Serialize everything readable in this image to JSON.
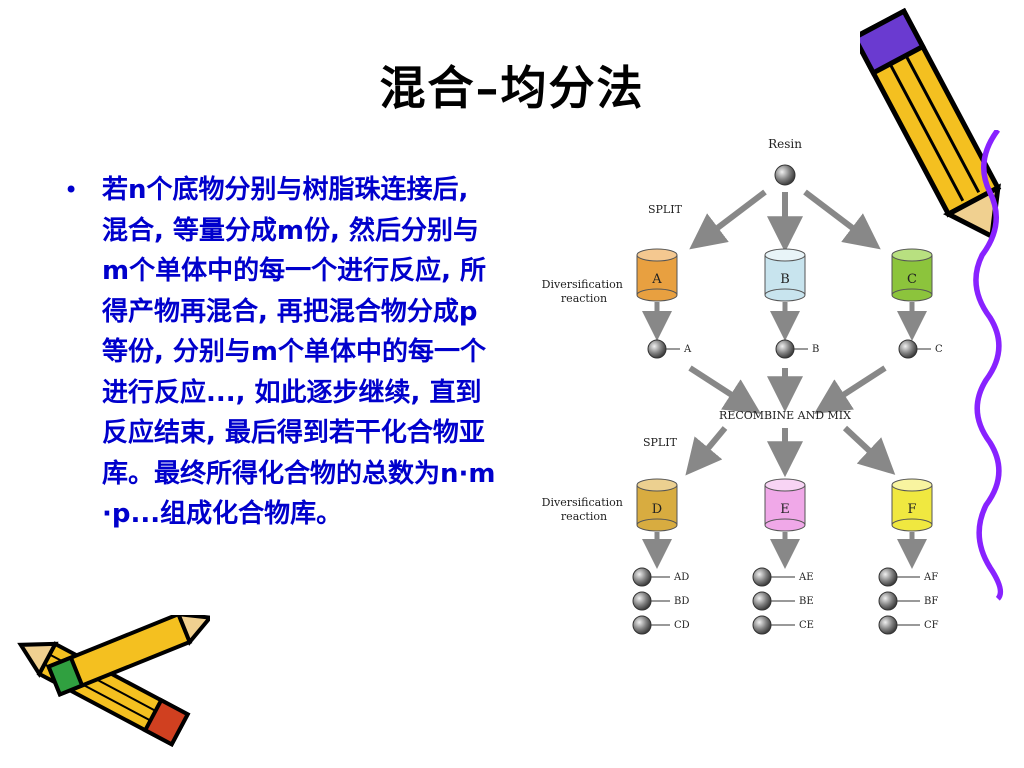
{
  "slide": {
    "title": "混合–均分法",
    "bullet_text": "若n个底物分别与树脂珠连接后, 混合, 等量分成m份, 然后分别与m个单体中的每一个进行反应, 所得产物再混合, 再把混合物分成p等份, 分别与m个单体中的每一个进行反应..., 如此逐步继续, 直到反应结束, 最后得到若干化合物亚库。最终所得化合物的总数为n·m·p...组成化合物库。",
    "bullet_glyph": "•"
  },
  "diagram": {
    "resin_label": "Resin",
    "split_label_1": "SPLIT",
    "split_label_2": "SPLIT",
    "diversification_label_1": [
      "Diversification",
      "reaction"
    ],
    "diversification_label_2": [
      "Diversification",
      "reaction"
    ],
    "recombine_label": "RECOMBINE AND MIX",
    "stage1": [
      {
        "name": "A",
        "product": "A",
        "color": "#e8a040"
      },
      {
        "name": "B",
        "product": "B",
        "color": "#c8e4ee"
      },
      {
        "name": "C",
        "product": "C",
        "color": "#8cc43c"
      }
    ],
    "stage2": [
      {
        "name": "D",
        "products": [
          "AD",
          "BD",
          "CD"
        ],
        "color": "#d8ac40"
      },
      {
        "name": "E",
        "products": [
          "AE",
          "BE",
          "CE"
        ],
        "color": "#f0a8e8"
      },
      {
        "name": "F",
        "products": [
          "AF",
          "BF",
          "CF"
        ],
        "color": "#f0e840"
      }
    ]
  },
  "colors": {
    "bullet_text": "#0000cc",
    "title": "#000000",
    "squiggle": "#8822ff"
  }
}
